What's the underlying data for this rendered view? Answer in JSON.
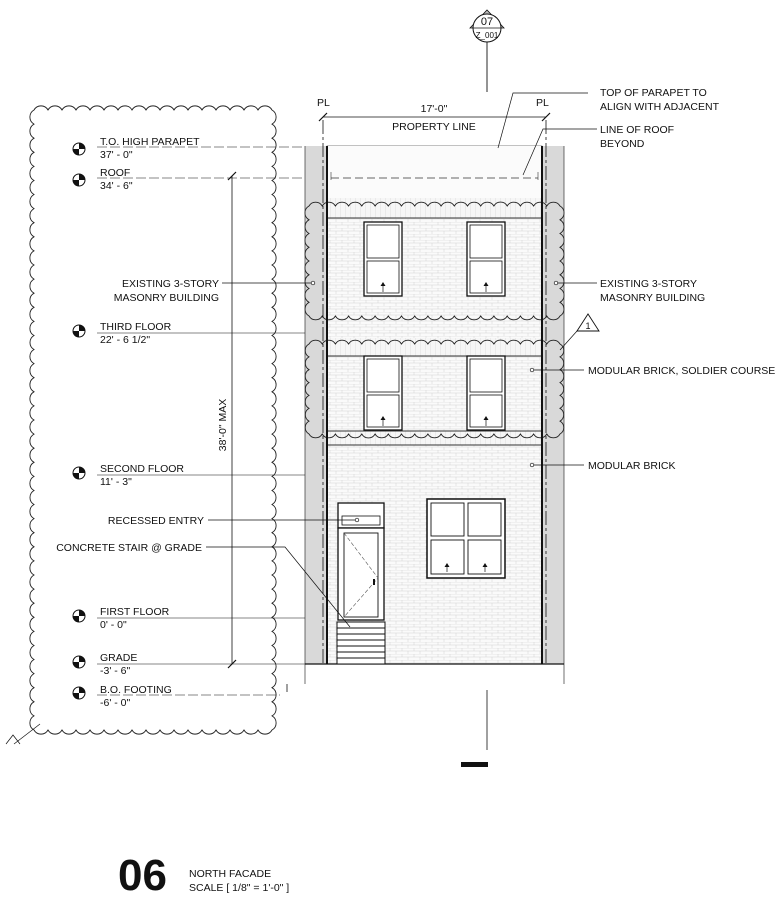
{
  "drawing": {
    "callout": {
      "number": "07",
      "sheet": "Z_001"
    },
    "revision_tag": "1",
    "property_line": {
      "left_tag": "PL",
      "right_tag": "PL",
      "dimension": "17'-0\"",
      "label": "PROPERTY LINE"
    },
    "height_limit": "38'-0\" MAX",
    "levels": [
      {
        "name": "T.O. HIGH PARAPET",
        "elevation": "37' - 0\""
      },
      {
        "name": "ROOF",
        "elevation": "34' - 6\""
      },
      {
        "name": "THIRD FLOOR",
        "elevation": "22' - 6 1/2\""
      },
      {
        "name": "SECOND FLOOR",
        "elevation": "11' - 3\""
      },
      {
        "name": "FIRST FLOOR",
        "elevation": "0' - 0\""
      },
      {
        "name": "GRADE",
        "elevation": "-3' - 6\""
      },
      {
        "name": "B.O. FOOTING",
        "elevation": "-6' - 0\""
      }
    ],
    "annotations": {
      "parapet_line1": "TOP OF PARAPET TO",
      "parapet_line2": "ALIGN WITH ADJACENT",
      "roof_line1": "LINE OF ROOF",
      "roof_line2": "BEYOND",
      "left_existing_line1": "EXISTING 3-STORY",
      "left_existing_line2": "MASONRY BUILDING",
      "right_existing_line1": "EXISTING 3-STORY",
      "right_existing_line2": "MASONRY BUILDING",
      "soldier_course": "MODULAR BRICK, SOLDIER COURSE",
      "modular_brick": "MODULAR BRICK",
      "recessed_entry": "RECESSED ENTRY",
      "concrete_stair": "CONCRETE STAIR @ GRADE"
    },
    "title_block": {
      "number": "06",
      "title": "NORTH FACADE",
      "scale": "SCALE [ 1/8\" = 1'-0\" ]"
    }
  }
}
